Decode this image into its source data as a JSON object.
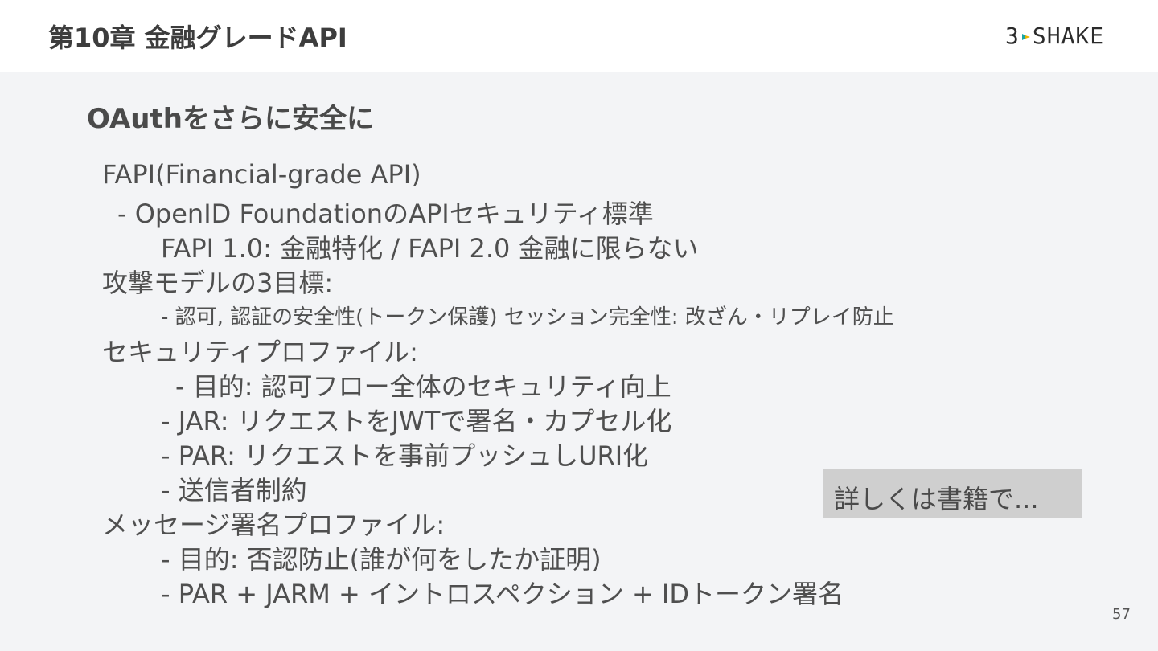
{
  "header": {
    "chapter_title": "第10章 金融グレードAPI",
    "logo_left": "3",
    "logo_right": "SHAKE"
  },
  "slide": {
    "title": "OAuthをさらに安全に",
    "lines": {
      "fapi_heading": "FAPI(Financial-grade API)",
      "fapi_item_1": "-   OpenID FoundationのAPIセキュリティ標準",
      "fapi_item_2": "FAPI 1.0: 金融特化 / FAPI 2.0 金融に限らない",
      "threat_heading": "攻撃モデルの3目標:",
      "threat_item_1": "- 認可, 認証の安全性(トークン保護) セッション完全性: 改ざん・リプレイ防止",
      "security_heading": "セキュリティプロファイル:",
      "security_item_1": "-   目的: 認可フロー全体のセキュリティ向上",
      "security_item_2": "- JAR: リクエストをJWTで署名・カプセル化",
      "security_item_3": "- PAR: リクエストを事前プッシュしURI化",
      "security_item_4": "-     送信者制約",
      "message_heading": "メッセージ署名プロファイル:",
      "message_item_1": "- 目的: 否認防止(誰が何をしたか証明)",
      "message_item_2": "-     PAR + JARM + イントロスペクション + IDトークン署名"
    },
    "callout": "詳しくは書籍で...",
    "page_number": "57"
  },
  "colors": {
    "content_background": "#f3f4f6",
    "callout_background": "#cfcfcf",
    "logo_mark_teal": "#1aa6a6",
    "logo_mark_yellow": "#e8b400"
  }
}
